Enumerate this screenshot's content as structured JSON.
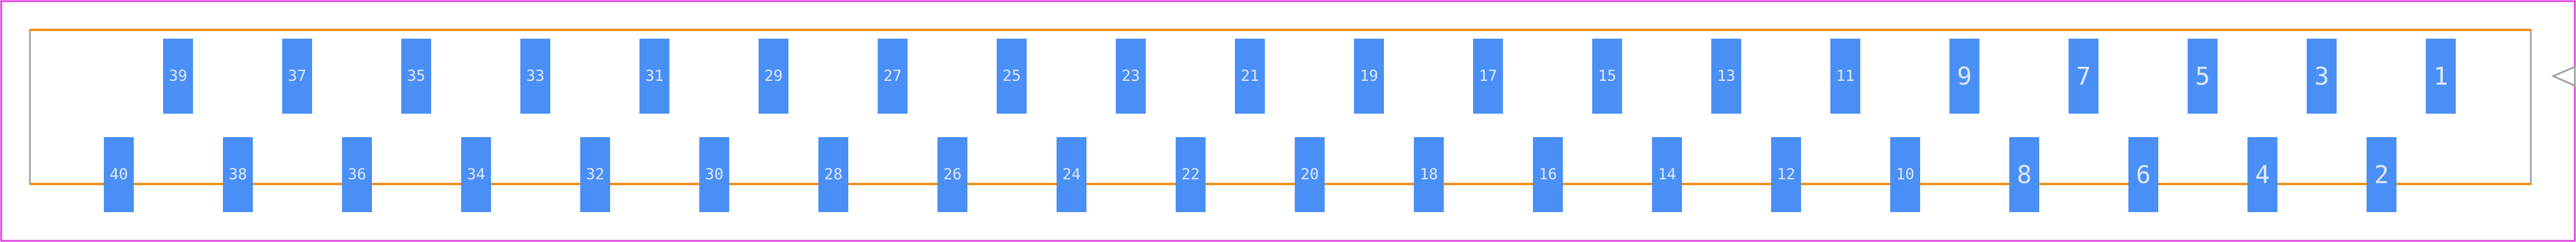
{
  "colors": {
    "background": "#ffffff",
    "courtyard": "#e040e0",
    "outline_gray": "#a0a0a0",
    "silkscreen": "#f0901a",
    "pad": "#4a8ff5",
    "pad_label": "#dfe8fb",
    "pin1_marker": "#a0a0a0"
  },
  "pin1_marker_icon": "triangle-left-icon",
  "top_row": [
    "39",
    "37",
    "35",
    "33",
    "31",
    "29",
    "27",
    "25",
    "23",
    "21",
    "19",
    "17",
    "15",
    "13",
    "11",
    "9",
    "7",
    "5",
    "3",
    "1"
  ],
  "bottom_row": [
    "40",
    "38",
    "36",
    "34",
    "32",
    "30",
    "28",
    "26",
    "24",
    "22",
    "20",
    "18",
    "16",
    "14",
    "12",
    "10",
    "8",
    "6",
    "4",
    "2"
  ]
}
